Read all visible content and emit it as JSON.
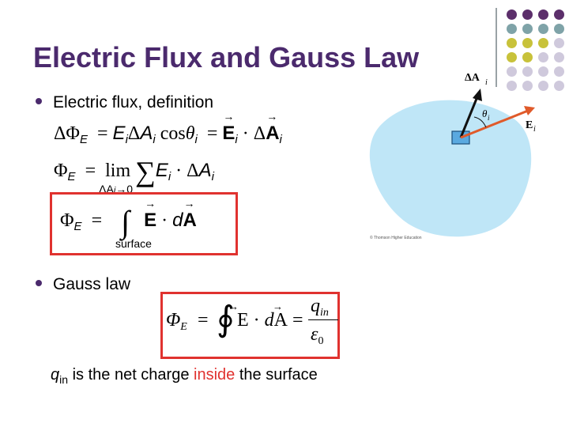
{
  "slide": {
    "title": "Electric Flux and Gauss Law",
    "bullet1": "Electric flux, definition",
    "bullet2": "Gauss law",
    "caption": {
      "q": "q",
      "q_sub": "in",
      "text_before": " is the net charge ",
      "highlight": "inside",
      "text_after": " the surface"
    },
    "formula_lim_sub": "ΔA",
    "formula_lim_sub_i": "i",
    "formula_lim_sub_tail": "→0",
    "integral_label": "surface",
    "figure_labels": {
      "dA": "ΔA",
      "dA_sub": "i",
      "theta": "θ",
      "theta_sub": "i",
      "E": "E",
      "E_sub": "i",
      "credit": "© Thomson Higher Education"
    }
  },
  "colors": {
    "title": "#4b2a6d",
    "box_border": "#e0322f",
    "highlight": "#e0322f",
    "blob": "#bfe6f7",
    "arrow_E": "#e05a2a",
    "deco_purple": "#5c2f6b",
    "deco_teal": "#7fa3a8",
    "deco_olive": "#c8c23a",
    "deco_lavender": "#cfc9dc"
  }
}
